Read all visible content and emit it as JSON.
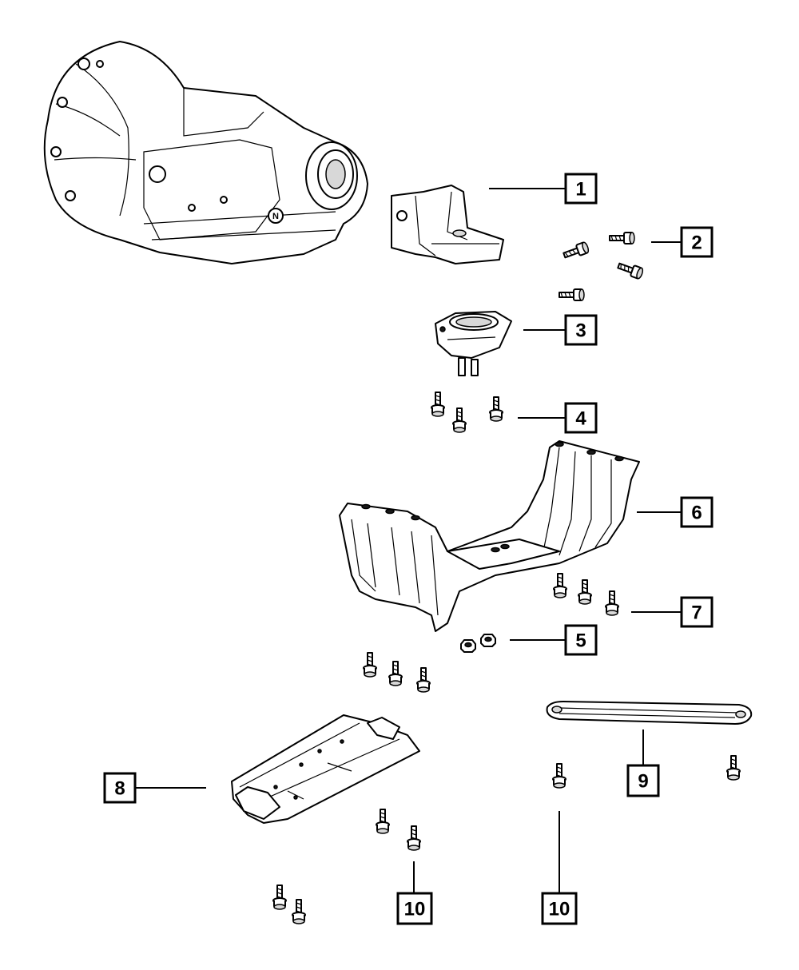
{
  "callouts": [
    {
      "id": "c1",
      "label": "1"
    },
    {
      "id": "c2",
      "label": "2"
    },
    {
      "id": "c3",
      "label": "3"
    },
    {
      "id": "c4",
      "label": "4"
    },
    {
      "id": "c5",
      "label": "5"
    },
    {
      "id": "c6",
      "label": "6"
    },
    {
      "id": "c7",
      "label": "7"
    },
    {
      "id": "c8",
      "label": "8"
    },
    {
      "id": "c9",
      "label": "9"
    },
    {
      "id": "c10a",
      "label": "10"
    },
    {
      "id": "c10b",
      "label": "10"
    }
  ],
  "colors": {
    "line": "#000000",
    "background": "#ffffff"
  }
}
